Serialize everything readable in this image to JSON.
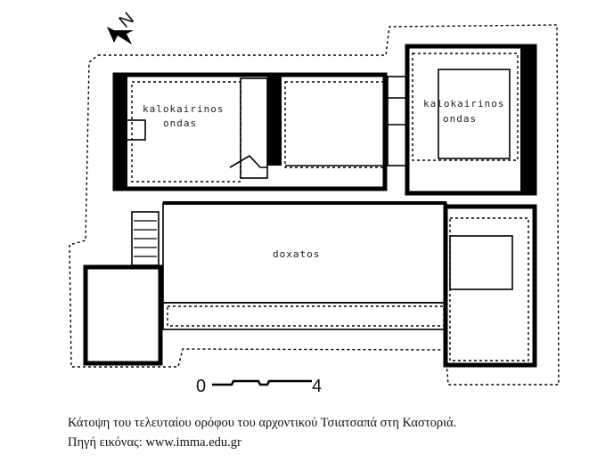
{
  "plan": {
    "north_label": "N",
    "rooms": {
      "left_room_line1": "kalokairinos",
      "left_room_line2": "ondas",
      "right_room_line1": "kalokairinos",
      "right_room_line2": "ondas",
      "hall": "doxatos"
    },
    "scale": {
      "start": "0",
      "end": "4"
    }
  },
  "caption": {
    "line1": "Κάτοψη του τελευταίου ορόφου του αρχοντικού Τσιατσαπά στη Καστοριά.",
    "line2": "Πηγή εικόνας: www.imma.edu.gr"
  }
}
